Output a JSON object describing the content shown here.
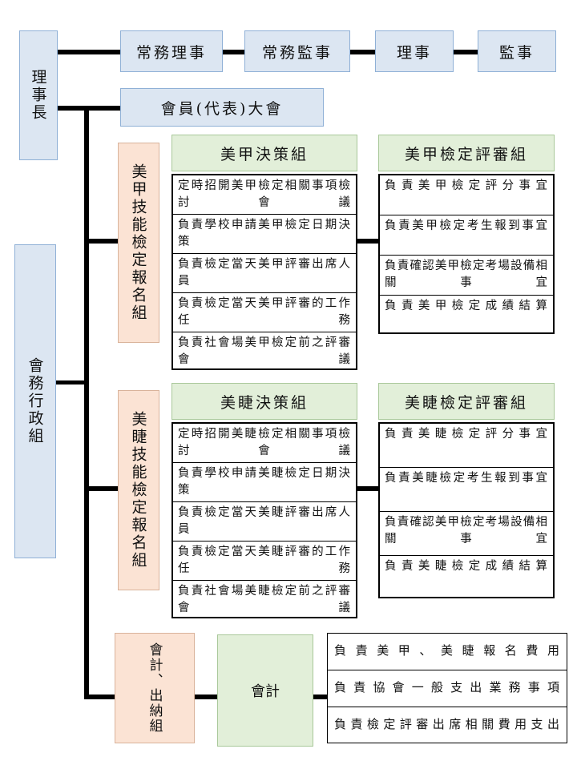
{
  "top": {
    "chairman": "理事長",
    "standing_directors": "常務理事",
    "standing_supervisors": "常務監事",
    "directors": "理事",
    "supervisors": "監事",
    "assembly": "會員(代表)大會"
  },
  "admin": "會務行政組",
  "nail": {
    "group": "美甲技能檢定報名組",
    "decision_title": "美甲決策組",
    "review_title": "美甲檢定評審組",
    "decision_items": [
      "定時招開美甲檢定相關事項檢討會議",
      "負責學校申請美甲檢定日期決策",
      "負責檢定當天美甲評審出席人員",
      "負責檢定當天美甲評審的工作任務",
      "負責社會場美甲檢定前之評審會議"
    ],
    "review_items": [
      "負責美甲檢定評分事宜",
      "負責美甲檢定考生報到事宜",
      "負責確認美甲檢定考場設備相關事宜",
      "負責美甲檢定成績結算"
    ]
  },
  "lash": {
    "group": "美睫技能檢定報名組",
    "decision_title": "美睫決策組",
    "review_title": "美睫檢定評審組",
    "decision_items": [
      "定時招開美睫檢定相關事項檢討會議",
      "負責學校申請美睫檢定日期決策",
      "負責檢定當天美睫評審出席人員",
      "負責檢定當天美睫評審的工作任務",
      "負責社會場美睫檢定前之評審會議"
    ],
    "review_items": [
      "負責美睫檢定評分事宜",
      "負責美睫檢定考生報到事宜",
      "負責確認美甲檢定考場設備相關事宜",
      "負責美睫檢定成績結算"
    ]
  },
  "finance": {
    "group": "會計、出納組",
    "accounting": "會計",
    "items": [
      "負責美甲、美睫報名費用",
      "負責協會一般支出業務事項",
      "負責檢定評審出席相關費用支出"
    ]
  }
}
